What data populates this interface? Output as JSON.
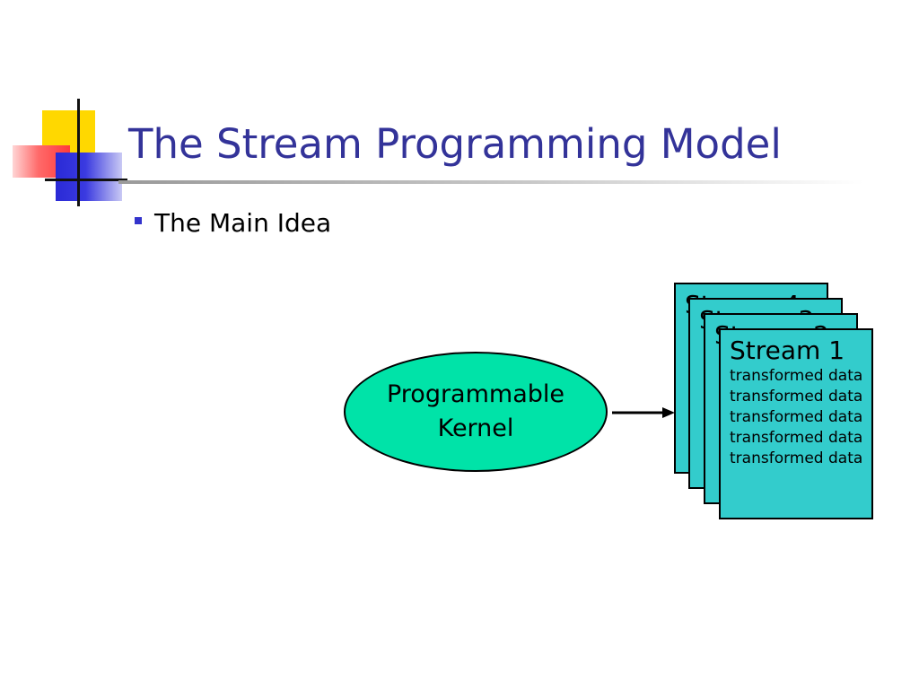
{
  "slide": {
    "title": "The Stream Programming Model",
    "bullets": [
      "The Main Idea"
    ]
  },
  "diagram": {
    "kernel_label": "Programmable\nKernel",
    "stream_cards": [
      {
        "title": "Stream 1",
        "lines": [
          "transformed data",
          "transformed data",
          "transformed data",
          "transformed data",
          "transformed data"
        ]
      },
      {
        "title": "Stream 2"
      },
      {
        "title": "Stream 3"
      },
      {
        "title": "Stream 4"
      }
    ]
  },
  "colors": {
    "title_text": "#333399",
    "kernel_fill": "#00e3a8",
    "card_fill": "#33cccc",
    "accent_yellow": "#FFD800",
    "accent_red": "#ff3b3b",
    "accent_blue": "#2a2ad6"
  }
}
